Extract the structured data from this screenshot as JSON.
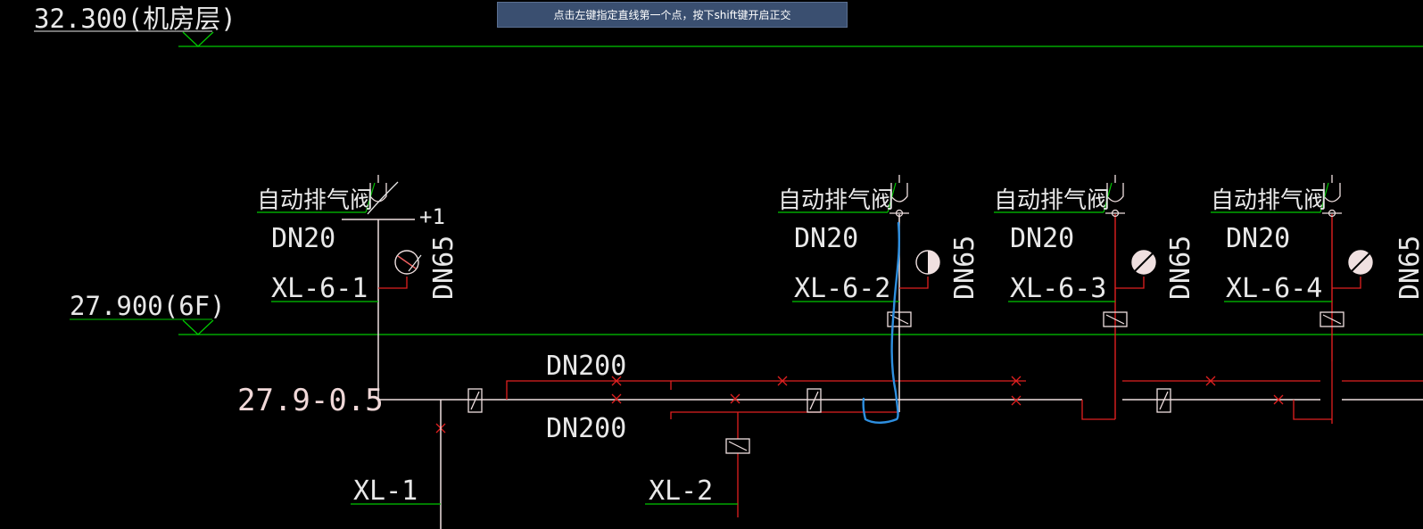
{
  "tooltip": {
    "text": "点击左键指定直线第一个点，按下shift键开启正交"
  },
  "levels": {
    "machine_room": "32.300(机房层)",
    "floor_6f": "27.900(6F)",
    "pipe_elevation": "27.9-0.5"
  },
  "risers": [
    {
      "air_valve": "自动排气阀",
      "dn": "DN20",
      "id": "XL-6-1",
      "gauge_dn": "DN65"
    },
    {
      "air_valve": "自动排气阀",
      "dn": "DN20",
      "id": "XL-6-2",
      "gauge_dn": "DN65"
    },
    {
      "air_valve": "自动排气阀",
      "dn": "DN20",
      "id": "XL-6-3",
      "gauge_dn": "DN65"
    },
    {
      "air_valve": "自动排气阀",
      "dn": "DN20",
      "id": "XL-6-4",
      "gauge_dn": "DN65"
    }
  ],
  "plus_one": "+1",
  "main_pipe": {
    "dn_top": "DN200",
    "dn_bottom": "DN200"
  },
  "lower_risers": {
    "xl1": "XL-1",
    "xl2": "XL-2"
  },
  "colors": {
    "background": "#000000",
    "level_line": "#00c800",
    "pipe_white": "#f0e0e0",
    "pipe_red": "#e02020",
    "annotation": "#ffffff",
    "sketch_blue": "#2e8fe0",
    "tooltip_bg": "#3a4f70"
  },
  "icons": [
    "air-valve-icon",
    "pressure-gauge-icon",
    "gate-valve-icon",
    "cross-mark-icon",
    "level-triangle-icon"
  ]
}
